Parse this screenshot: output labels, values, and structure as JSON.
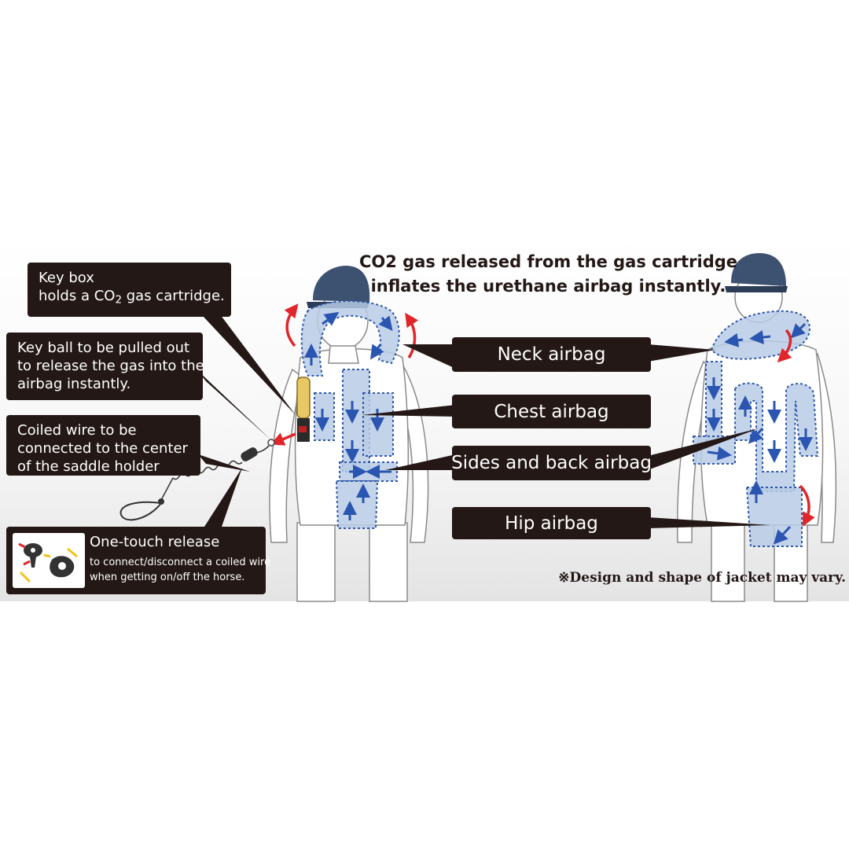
{
  "headline": {
    "line1": "CO2 gas released from the gas cartridge",
    "line2": "inflates the urethane airbag instantly."
  },
  "callouts": {
    "key_box": {
      "line1": "Key box",
      "line2_prefix": "holds a CO",
      "line2_sub": "2",
      "line2_suffix": " gas cartridge."
    },
    "key_ball": {
      "line1": "Key ball to be pulled out",
      "line2": "to release the gas into the",
      "line3": "airbag instantly."
    },
    "coiled_wire": {
      "line1": "Coiled wire to be",
      "line2": "connected to the center",
      "line3": "of the saddle holder"
    },
    "one_touch": {
      "title": "One-touch release",
      "line1": "to connect/disconnect a coiled wire",
      "line2": "when getting on/off the horse."
    }
  },
  "airbag_labels": {
    "neck": "Neck airbag",
    "chest": "Chest airbag",
    "sides_back": "Sides and back airbag",
    "hip": "Hip airbag"
  },
  "note": "※Design and shape of jacket may vary.",
  "colors": {
    "callout_bg": "#231815",
    "airbag_fill": "#b9cbe6",
    "airbag_outline": "#2f58a8",
    "helmet": "#3d5170",
    "arrow_red": "#e0262a",
    "arrow_blue": "#2a55b0"
  }
}
